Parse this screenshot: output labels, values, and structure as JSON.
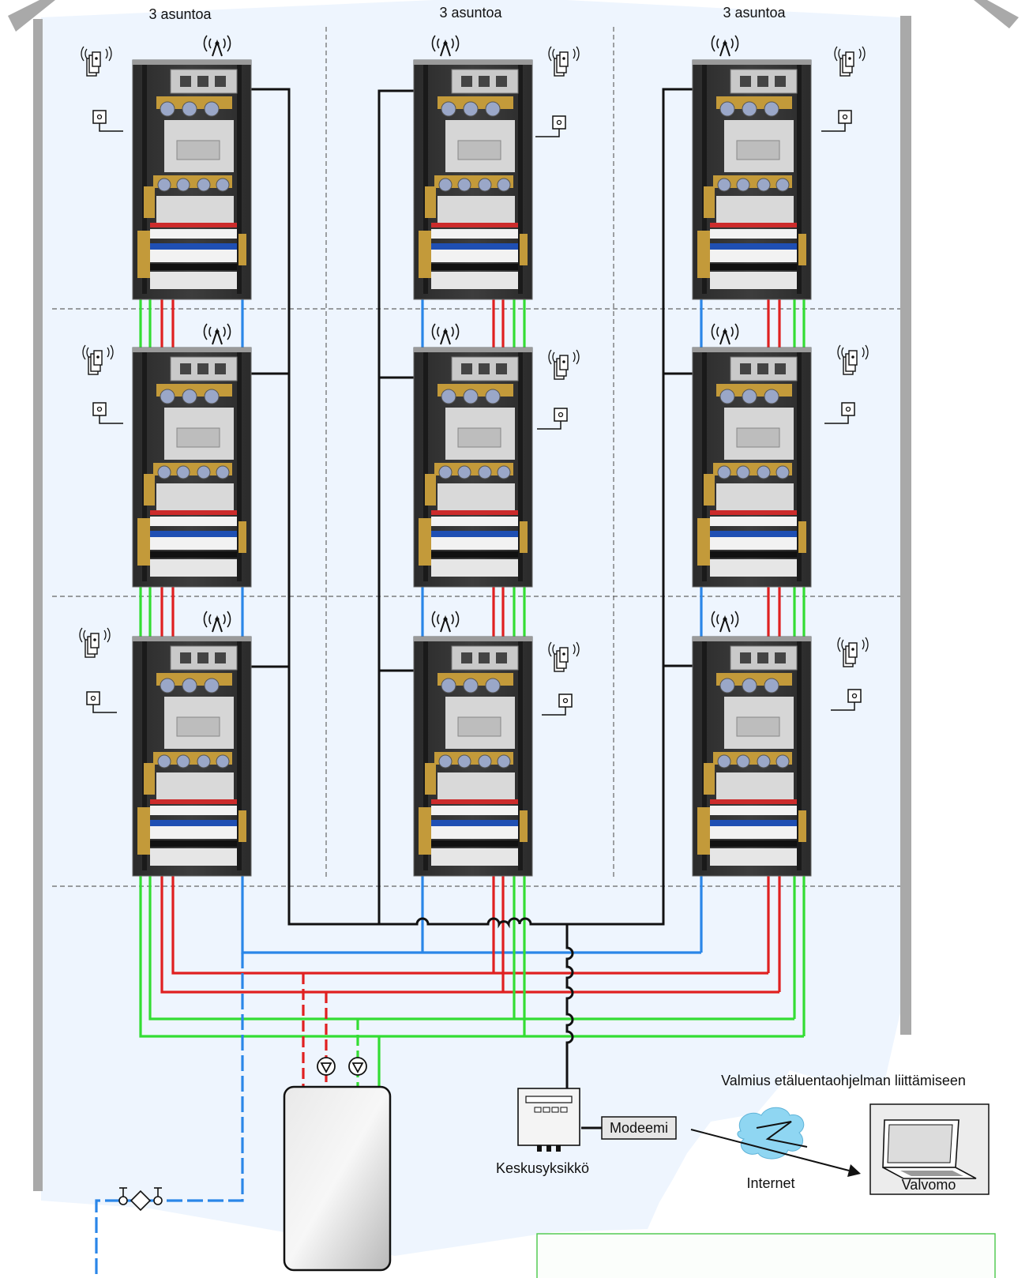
{
  "columns": [
    {
      "label": "3 asuntoa"
    },
    {
      "label": "3 asuntoa"
    },
    {
      "label": "3 asuntoa"
    }
  ],
  "apartment_units_per_column": 3,
  "labels": {
    "central_unit": "Keskusyksikkö",
    "modem": "Modeemi",
    "internet": "Internet",
    "control_room": "Valvomo",
    "remote_reading": "Valmius etäluentaohjelman liittämiseen"
  },
  "colors": {
    "building_bg": "#eef5fe",
    "wall": "#a9a9a9",
    "cold_water": "#2a86e8",
    "hot_water": "#e02020",
    "return_water": "#33dd33",
    "bus_line": "#111111",
    "cloud": "#8fd6f2",
    "note_border": "#55cc55"
  },
  "icons": [
    "antenna-icon",
    "room-sensor-icon",
    "thermostat-icon",
    "pump-icon",
    "valve-icon",
    "cloud-icon",
    "laptop-icon"
  ]
}
